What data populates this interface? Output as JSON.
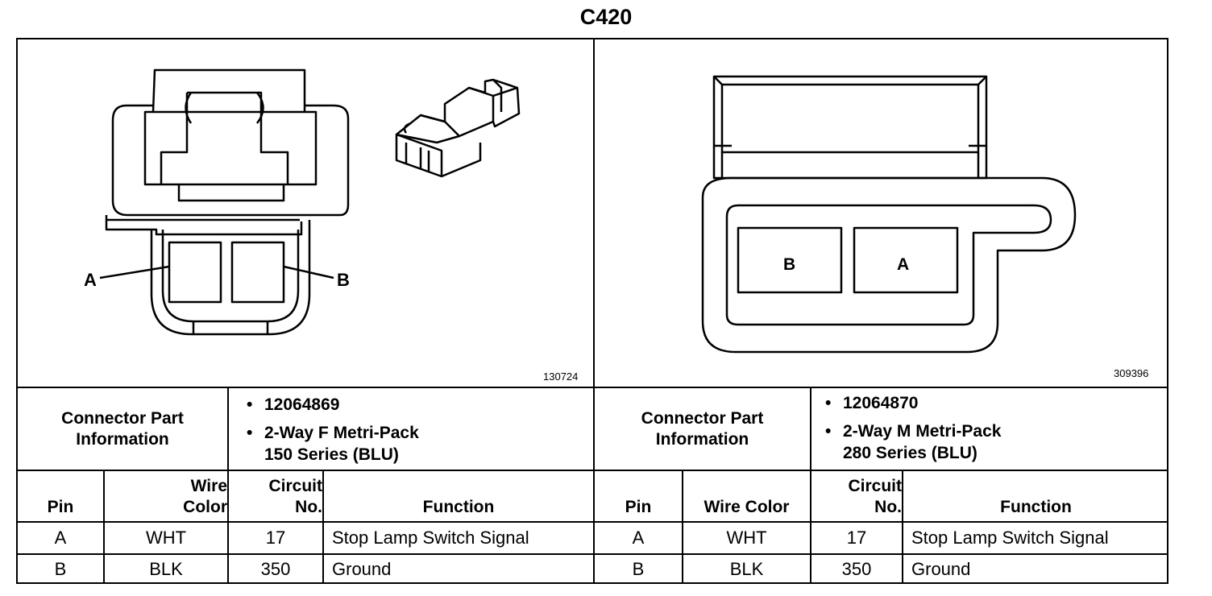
{
  "title": "C420",
  "panels": [
    {
      "figure_id": "130724",
      "pin_labels": [
        "A",
        "B"
      ],
      "part_info_label": [
        "Connector Part",
        "Information"
      ],
      "part_info": [
        "12064869",
        "2-Way F Metri-Pack",
        "150 Series (BLU)"
      ],
      "headers": {
        "pin": "Pin",
        "wire_color": [
          "Wire",
          "Color"
        ],
        "circuit": [
          "Circuit",
          "No."
        ],
        "function": "Function"
      },
      "rows": [
        {
          "pin": "A",
          "wire_color": "WHT",
          "circuit": "17",
          "function": "Stop Lamp Switch Signal"
        },
        {
          "pin": "B",
          "wire_color": "BLK",
          "circuit": "350",
          "function": "Ground"
        }
      ]
    },
    {
      "figure_id": "309396",
      "pin_labels": [
        "B",
        "A"
      ],
      "part_info_label": [
        "Connector Part",
        "Information"
      ],
      "part_info": [
        "12064870",
        "2-Way M Metri-Pack",
        "280 Series (BLU)"
      ],
      "headers": {
        "pin": "Pin",
        "wire_color": "Wire Color",
        "circuit": [
          "Circuit",
          "No."
        ],
        "function": "Function"
      },
      "rows": [
        {
          "pin": "A",
          "wire_color": "WHT",
          "circuit": "17",
          "function": "Stop Lamp Switch Signal"
        },
        {
          "pin": "B",
          "wire_color": "BLK",
          "circuit": "350",
          "function": "Ground"
        }
      ]
    }
  ]
}
